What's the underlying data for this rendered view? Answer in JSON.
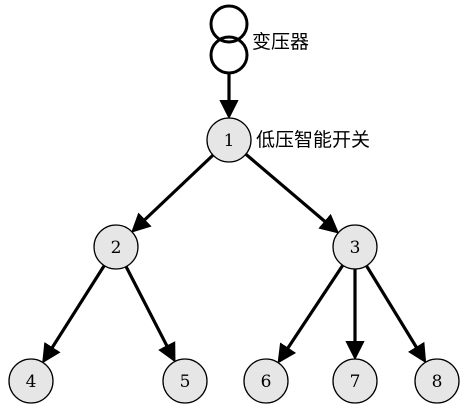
{
  "transformer": {
    "label": "变压器",
    "icon": "transformer-icon"
  },
  "switch_label": "低压智能开关",
  "nodes": [
    {
      "id": "1",
      "label": "1"
    },
    {
      "id": "2",
      "label": "2"
    },
    {
      "id": "3",
      "label": "3"
    },
    {
      "id": "4",
      "label": "4"
    },
    {
      "id": "5",
      "label": "5"
    },
    {
      "id": "6",
      "label": "6"
    },
    {
      "id": "7",
      "label": "7"
    },
    {
      "id": "8",
      "label": "8"
    }
  ],
  "edges": [
    {
      "from": "transformer",
      "to": "1"
    },
    {
      "from": "1",
      "to": "2"
    },
    {
      "from": "1",
      "to": "3"
    },
    {
      "from": "2",
      "to": "4"
    },
    {
      "from": "2",
      "to": "5"
    },
    {
      "from": "3",
      "to": "6"
    },
    {
      "from": "3",
      "to": "7"
    },
    {
      "from": "3",
      "to": "8"
    }
  ],
  "colors": {
    "node_fill": "#e6e6e6",
    "stroke": "#000000"
  }
}
